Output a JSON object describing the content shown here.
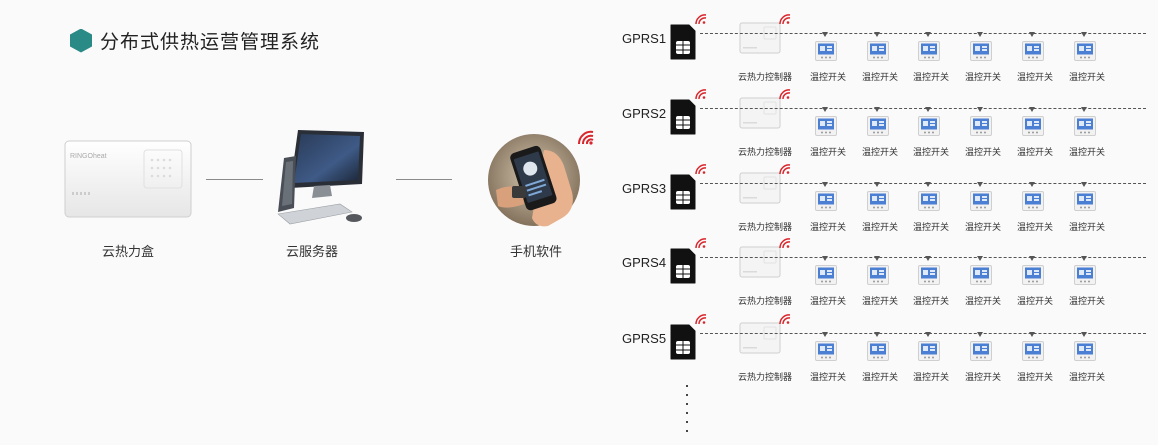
{
  "title": "分布式供热运营管理系统",
  "left": {
    "box_label": "云热力盒",
    "box_brand": "RINGOheat",
    "server_label": "云服务器",
    "phone_label": "手机软件"
  },
  "rows": [
    {
      "gprs": "GPRS1",
      "controller": "云热力控制器",
      "switch": "温控开关"
    },
    {
      "gprs": "GPRS2",
      "controller": "云热力控制器",
      "switch": "温控开关"
    },
    {
      "gprs": "GPRS3",
      "controller": "云热力控制器",
      "switch": "温控开关"
    },
    {
      "gprs": "GPRS4",
      "controller": "云热力控制器",
      "switch": "温控开关"
    },
    {
      "gprs": "GPRS5",
      "controller": "云热力控制器",
      "switch": "温控开关"
    }
  ],
  "colors": {
    "accent": "#2a8a86",
    "signal": "#d9252b",
    "screen": "#4a7fd4"
  }
}
